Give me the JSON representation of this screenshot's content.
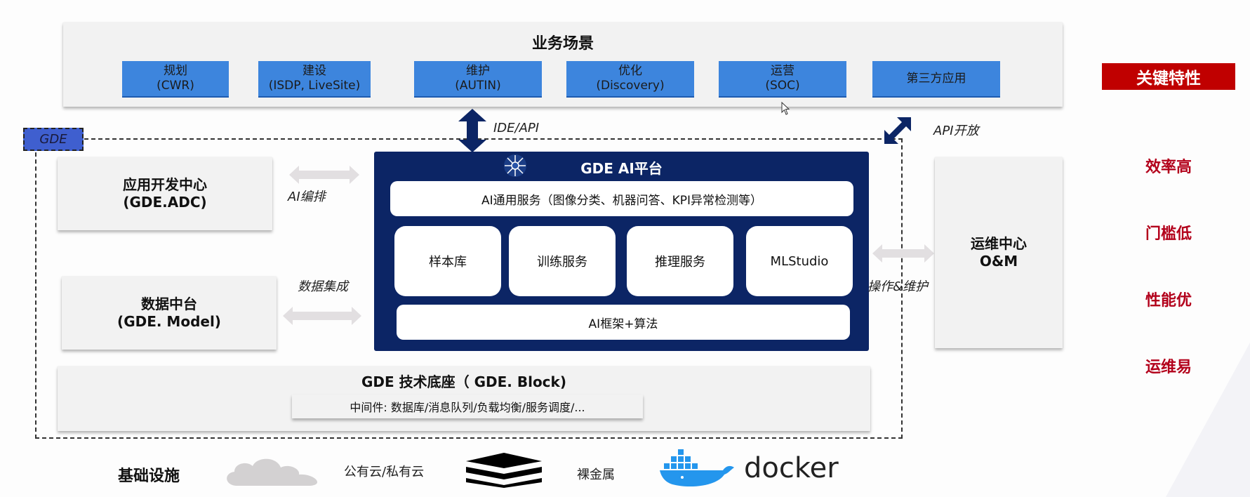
{
  "business": {
    "title": "业务场景",
    "scenarios": [
      {
        "line1": "规划",
        "line2": "(CWR)"
      },
      {
        "line1": "建设",
        "line2": "(ISDP, LiveSite)"
      },
      {
        "line1": "维护",
        "line2": "(AUTIN)"
      },
      {
        "line1": "优化",
        "line2": "(Discovery)"
      },
      {
        "line1": "运营",
        "line2": "(SOC)"
      },
      {
        "line1": "第三方应用",
        "line2": ""
      }
    ]
  },
  "connectors": {
    "ide_api": "IDE/API",
    "api_open": "API开放",
    "ai_orchestration": "AI编排",
    "data_integration": "数据集成",
    "ops_maintenance": "操作&维护"
  },
  "gde": {
    "tag": "GDE",
    "adc": {
      "line1": "应用开发中心",
      "line2": "(GDE.ADC)"
    },
    "model": {
      "line1": "数据中台",
      "line2": "(GDE. Model)"
    },
    "om": {
      "line1": "运维中心",
      "line2": "O&M"
    },
    "block": {
      "title": "GDE 技术底座（ GDE. Block)",
      "middleware": "中间件: 数据库/消息队列/负载均衡/服务调度/..."
    },
    "ai_platform": {
      "title": "GDE AI平台",
      "general_services": "AI通用服务（图像分类、机器问答、KPI异常检测等）",
      "modules": [
        "样本库",
        "训练服务",
        "推理服务",
        "MLStudio"
      ],
      "framework": "AI框架+算法"
    }
  },
  "key_features": {
    "header": "关键特性",
    "items": [
      "效率高",
      "门槛低",
      "性能优",
      "运维易"
    ]
  },
  "infrastructure": {
    "label": "基础设施",
    "items": [
      {
        "icon": "cloud-icon",
        "label": "公有云/私有云"
      },
      {
        "icon": "layers-icon",
        "label": "裸金属"
      },
      {
        "icon": "docker-whale-icon",
        "label": "docker"
      }
    ]
  },
  "colors": {
    "scenario_blue": "#3d85dd",
    "ai_platform_navy": "#0c2565",
    "feature_red": "#c00000",
    "box_gray": "#f2f2f2"
  }
}
